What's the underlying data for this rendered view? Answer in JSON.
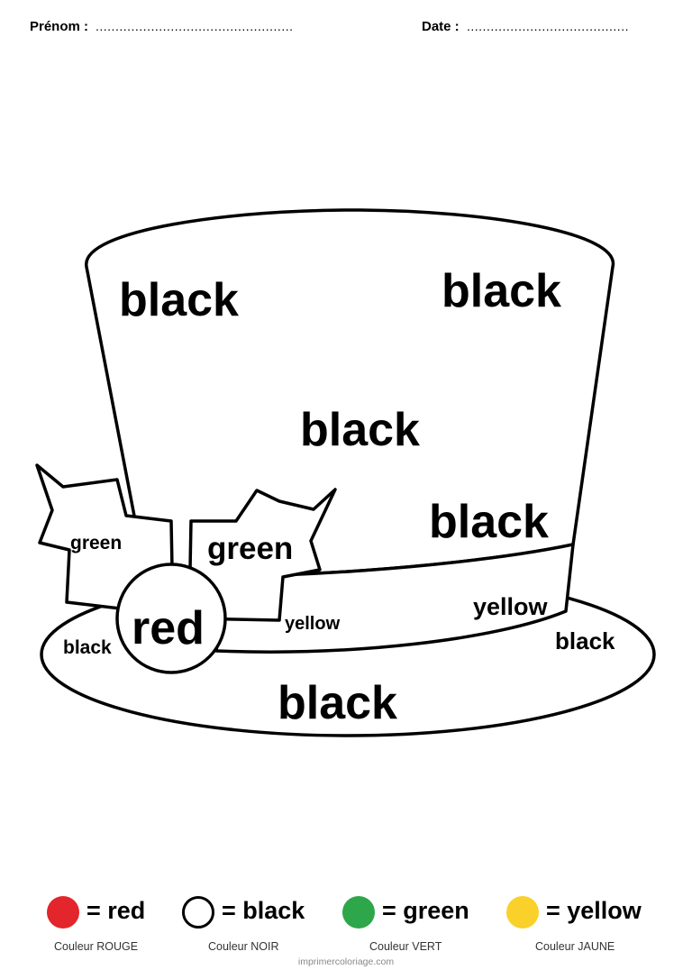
{
  "header": {
    "name_label": "Prénom :",
    "name_dots": "..................................................",
    "date_label": "Date :",
    "date_dots": "........................................."
  },
  "regions": {
    "crown_1": "black",
    "crown_2": "black",
    "crown_3": "black",
    "crown_4": "black",
    "band_left": "yellow",
    "band_right": "yellow",
    "leaf_left": "green",
    "leaf_right": "green",
    "button": "red",
    "brim_left": "black",
    "brim_right": "black",
    "brim_bottom": "black"
  },
  "legend": [
    {
      "word": "= red",
      "caption": "Couleur ROUGE",
      "color": "#e3262b",
      "outline": false
    },
    {
      "word": "= black",
      "caption": "Couleur NOIR",
      "color": "#ffffff",
      "outline": true
    },
    {
      "word": "= green",
      "caption": "Couleur VERT",
      "color": "#2ea64a",
      "outline": false
    },
    {
      "word": "= yellow",
      "caption": "Couleur JAUNE",
      "color": "#f9d12a",
      "outline": false
    }
  ],
  "footer": "imprimercoloriage.com"
}
